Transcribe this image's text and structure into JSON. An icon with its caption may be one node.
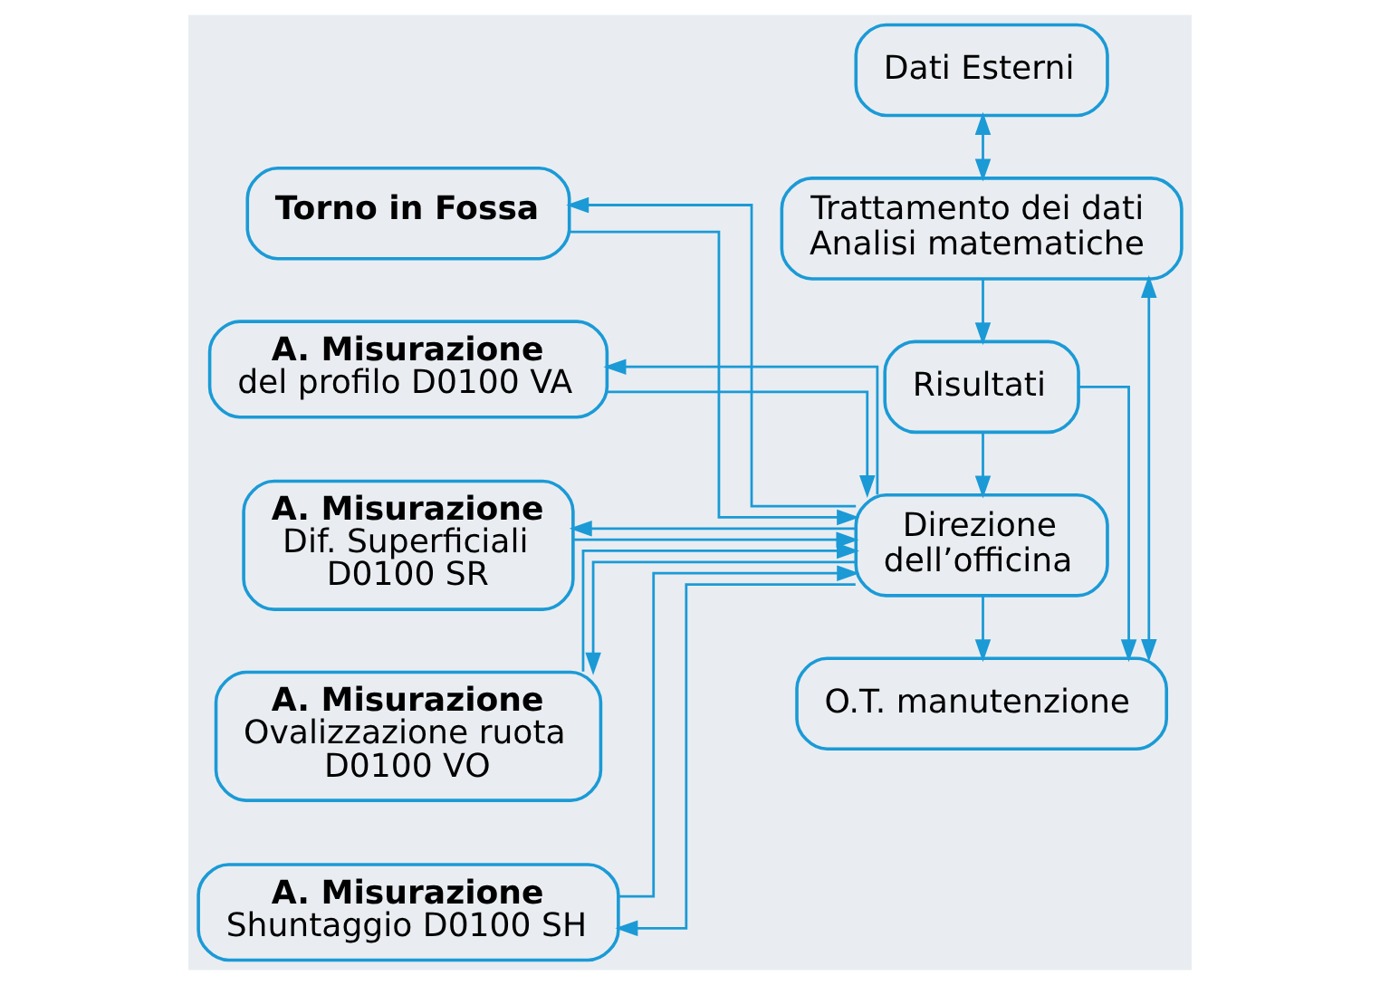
{
  "diagram": {
    "nodes": [
      {
        "text": [
          "Torno in Fossa"
        ]
      },
      {
        "text": [
          "A. Misurazione",
          "del profilo D0100 VA"
        ]
      },
      {
        "text": [
          "A. Misurazione",
          "Dif. Superficiali D0100 SR"
        ]
      },
      {
        "text": [
          "A. Misurazione",
          "Ovalizzazione ruota D0100 VO"
        ]
      },
      {
        "text": [
          "A. Misurazione",
          "Shuntaggio D0100 SH"
        ]
      },
      {
        "text": [
          "Direzione dell’officina"
        ]
      },
      {
        "text": [
          "O.T. manutenzione"
        ]
      },
      {
        "text": [
          "Trattamento dei dati Analisi matematiche"
        ]
      },
      {
        "text": [
          "Risultati"
        ]
      },
      {
        "text": [
          "Dati Esterni"
        ]
      }
    ],
    "edges": [
      {
        "from": 5,
        "to": 0,
        "arrow": "to"
      },
      {
        "from": 5,
        "to": 1,
        "arrow": "to"
      },
      {
        "from": 5,
        "to": 2,
        "arrow": "to"
      },
      {
        "from": 5,
        "to": 3,
        "arrow": "to"
      },
      {
        "from": 5,
        "to": 4,
        "arrow": "to"
      },
      {
        "from": 0,
        "to": 5,
        "arrow": "to"
      },
      {
        "from": 1,
        "to": 5,
        "arrow": "to"
      },
      {
        "from": 2,
        "to": 5,
        "arrow": "to"
      },
      {
        "from": 3,
        "to": 5,
        "arrow": "to"
      },
      {
        "from": 4,
        "to": 5,
        "arrow": "to"
      },
      {
        "from": 5,
        "to": 6,
        "arrow": "to"
      },
      {
        "from": 6,
        "to": 7,
        "arrow": "both"
      },
      {
        "from": 7,
        "to": 8,
        "arrow": "to"
      },
      {
        "from": 8,
        "to": 5,
        "arrow": "to"
      },
      {
        "from": 8,
        "to": 6,
        "arrow": "to"
      },
      {
        "from": 9,
        "to": 7,
        "arrow": "both"
      }
    ]
  }
}
